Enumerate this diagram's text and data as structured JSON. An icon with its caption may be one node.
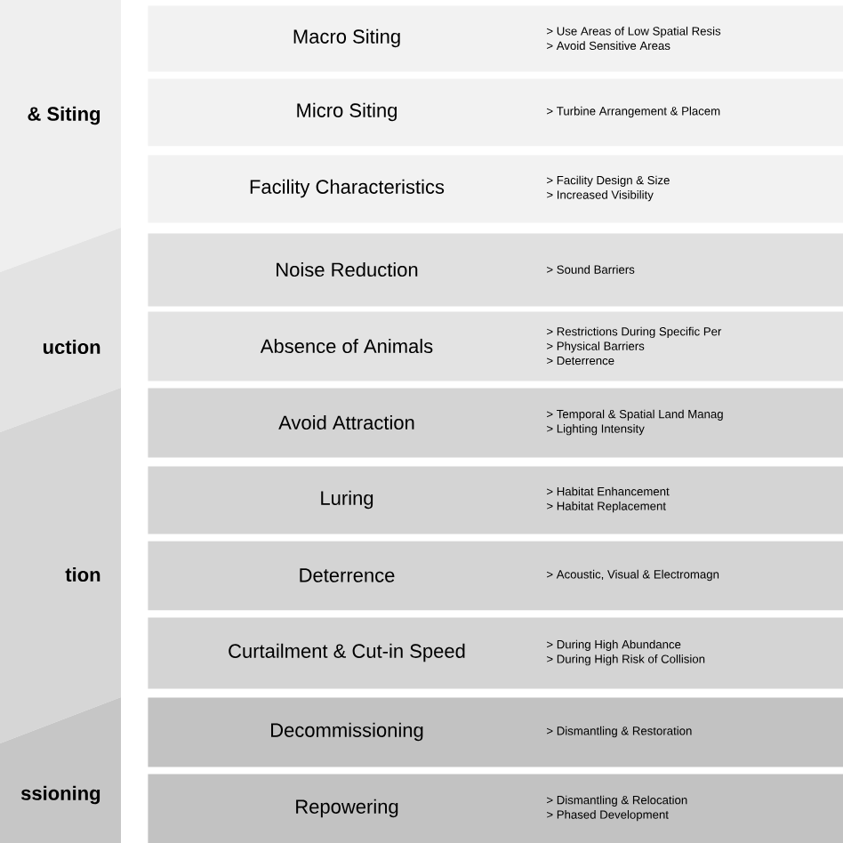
{
  "diagram": {
    "nodes": [
      {
        "text": [
          "& Siting"
        ]
      },
      {
        "text": [
          "uction"
        ]
      },
      {
        "text": [
          "tion"
        ]
      },
      {
        "text": [
          "ssioning"
        ]
      },
      {
        "text": [
          "Macro Siting",
          "> Use Areas of Low Spatial Resis",
          "> Avoid Sensitive Areas"
        ]
      },
      {
        "text": [
          "Micro Siting",
          "> Turbine Arrangement & Placem"
        ]
      },
      {
        "text": [
          "Facility Characteristics",
          "> Facility Design & Size",
          "> Increased Visibility"
        ]
      },
      {
        "text": [
          "Noise Reduction",
          "> Sound Barriers"
        ]
      },
      {
        "text": [
          "Absence of Animals",
          "> Restrictions During Specific Per",
          "> Physical Barriers",
          "> Deterrence"
        ]
      },
      {
        "text": [
          "Avoid Attraction",
          "> Temporal & Spatial Land Manag",
          "> Lighting Intensity"
        ]
      },
      {
        "text": [
          "Luring",
          "> Habitat Enhancement",
          "> Habitat Replacement"
        ]
      },
      {
        "text": [
          "Deterrence",
          "> Acoustic, Visual & Electromagn"
        ]
      },
      {
        "text": [
          "Curtailment & Cut-in Speed",
          "> During High Abundance",
          "> During High Risk of Collision"
        ]
      },
      {
        "text": [
          "Decommissioning",
          "> Dismantling & Restoration"
        ]
      },
      {
        "text": [
          "Repowering",
          "> Dismantling & Relocation",
          "> Phased Development"
        ]
      }
    ]
  }
}
